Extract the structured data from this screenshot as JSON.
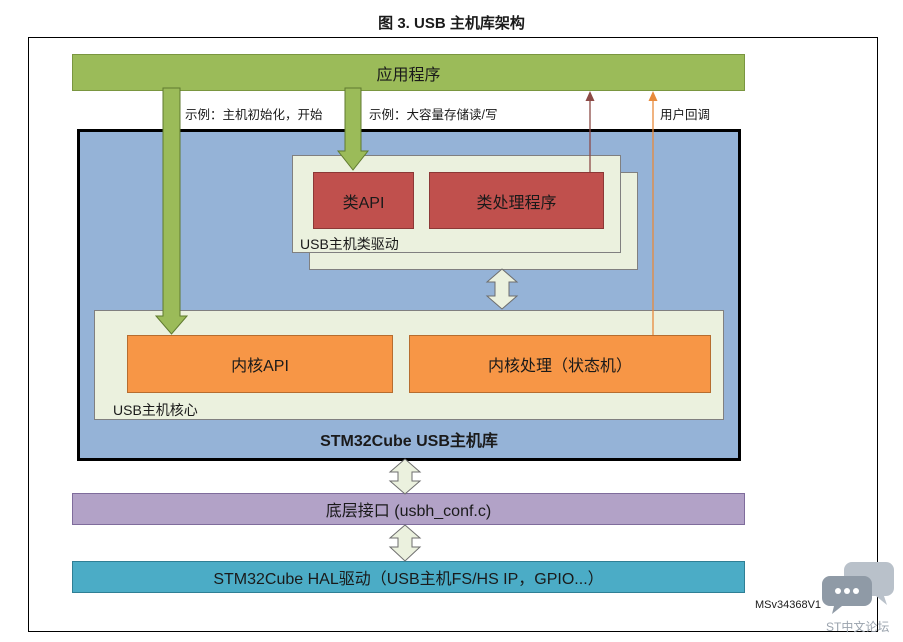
{
  "figure": {
    "title": "图 3. USB 主机库架构",
    "id": "MSv34368V1"
  },
  "application": {
    "label": "应用程序"
  },
  "notes": {
    "example_init": "示例：主机初始化，开始",
    "example_msc": "示例：大容量存储读/写",
    "user_callback": "用户回调"
  },
  "class_driver": {
    "label": "USB主机类驱动",
    "class_api": "类API",
    "class_process": "类处理程序"
  },
  "core": {
    "label": "USB主机核心",
    "core_api": "内核API",
    "core_process": "内核处理（状态机）"
  },
  "library": {
    "label": "STM32Cube USB主机库"
  },
  "low_level": {
    "label": "底层接口 (usbh_conf.c)"
  },
  "hal": {
    "label": "STM32Cube HAL驱动（USB主机FS/HS IP，GPIO...）"
  },
  "watermark": {
    "text": "ST中文论坛"
  },
  "colors": {
    "application": "#9bbb59",
    "library": "#95b3d7",
    "module": "#ebf1de",
    "class_blocks": "#c0504d",
    "core_blocks": "#f79646",
    "low_level": "#b2a2c7",
    "hal": "#4bacc6",
    "arrow_green": "#9bbb59",
    "arrow_light": "#ebf1de",
    "callback_line": "#e88a3c",
    "class_line": "#8c4a46"
  }
}
